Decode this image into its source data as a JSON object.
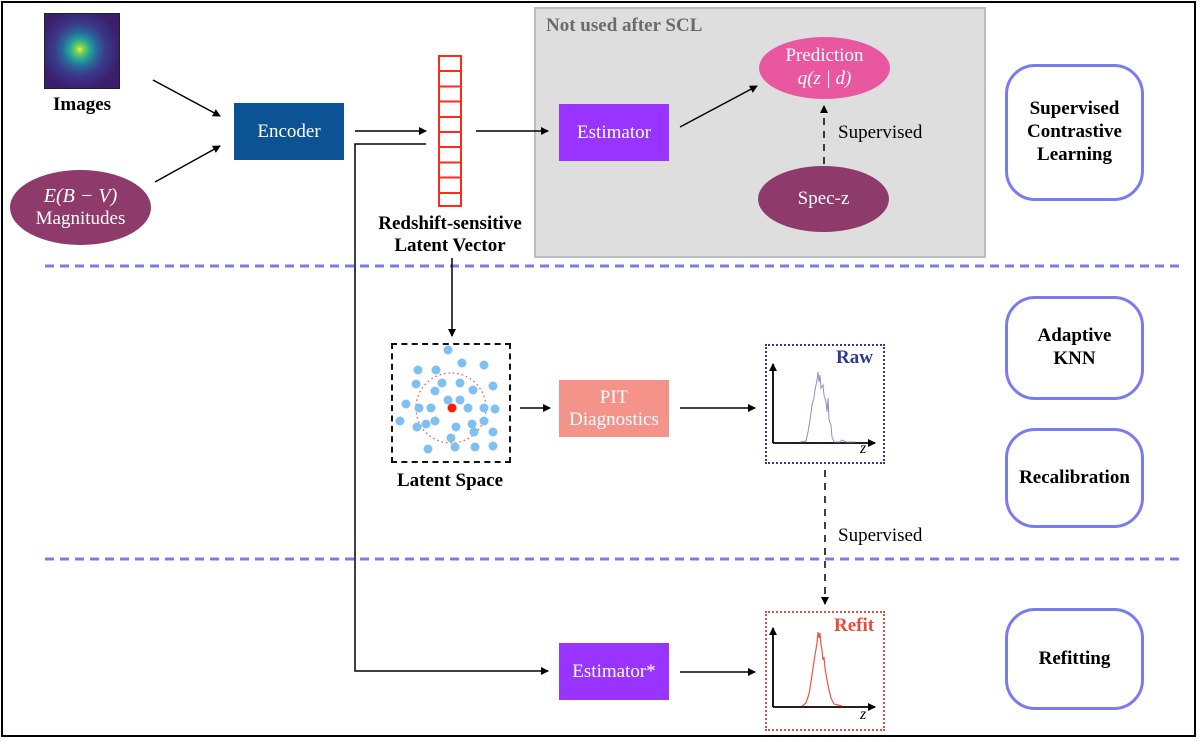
{
  "inputs": {
    "images_label": "Images",
    "ebv_label": "E(B − V)",
    "magnitudes_label": "Magnitudes"
  },
  "encoder": {
    "label": "Encoder"
  },
  "latent_vector": {
    "label_line1": "Redshift-sensitive",
    "label_line2": "Latent Vector"
  },
  "scl_region": {
    "title": "Not used after SCL",
    "estimator_label": "Estimator",
    "prediction_label": "Prediction",
    "prediction_formula": "q(z | d)",
    "specz_label": "Spec-z",
    "supervised_label": "Supervised"
  },
  "knn": {
    "latent_space_label": "Latent Space",
    "pit_line1": "PIT",
    "pit_line2": "Diagnostics",
    "raw_label": "Raw",
    "axis_label": "z"
  },
  "recalibration": {
    "supervised_label": "Supervised"
  },
  "refit": {
    "estimator_star_label": "Estimator*",
    "refit_label": "Refit",
    "axis_label": "z"
  },
  "stages": [
    {
      "line1": "Supervised",
      "line2": "Contrastive",
      "line3": "Learning"
    },
    {
      "line1": "Adaptive",
      "line2": "KNN"
    },
    {
      "line1": "Recalibration"
    },
    {
      "line1": "Refitting"
    }
  ],
  "colors": {
    "encoder": "#0b5394",
    "estimator": "#9933ff",
    "prediction": "#e8579f",
    "specz": "#8e3a6a",
    "ebv": "#8e3a6a",
    "pit": "#f4938a",
    "latent_vector": "#ff2a1a",
    "raw": "#2f3b8f",
    "refit": "#e84b3c",
    "stage_border": "#7b7bf0",
    "separator": "#7b7bf0",
    "scl_bg": "#dedede"
  }
}
